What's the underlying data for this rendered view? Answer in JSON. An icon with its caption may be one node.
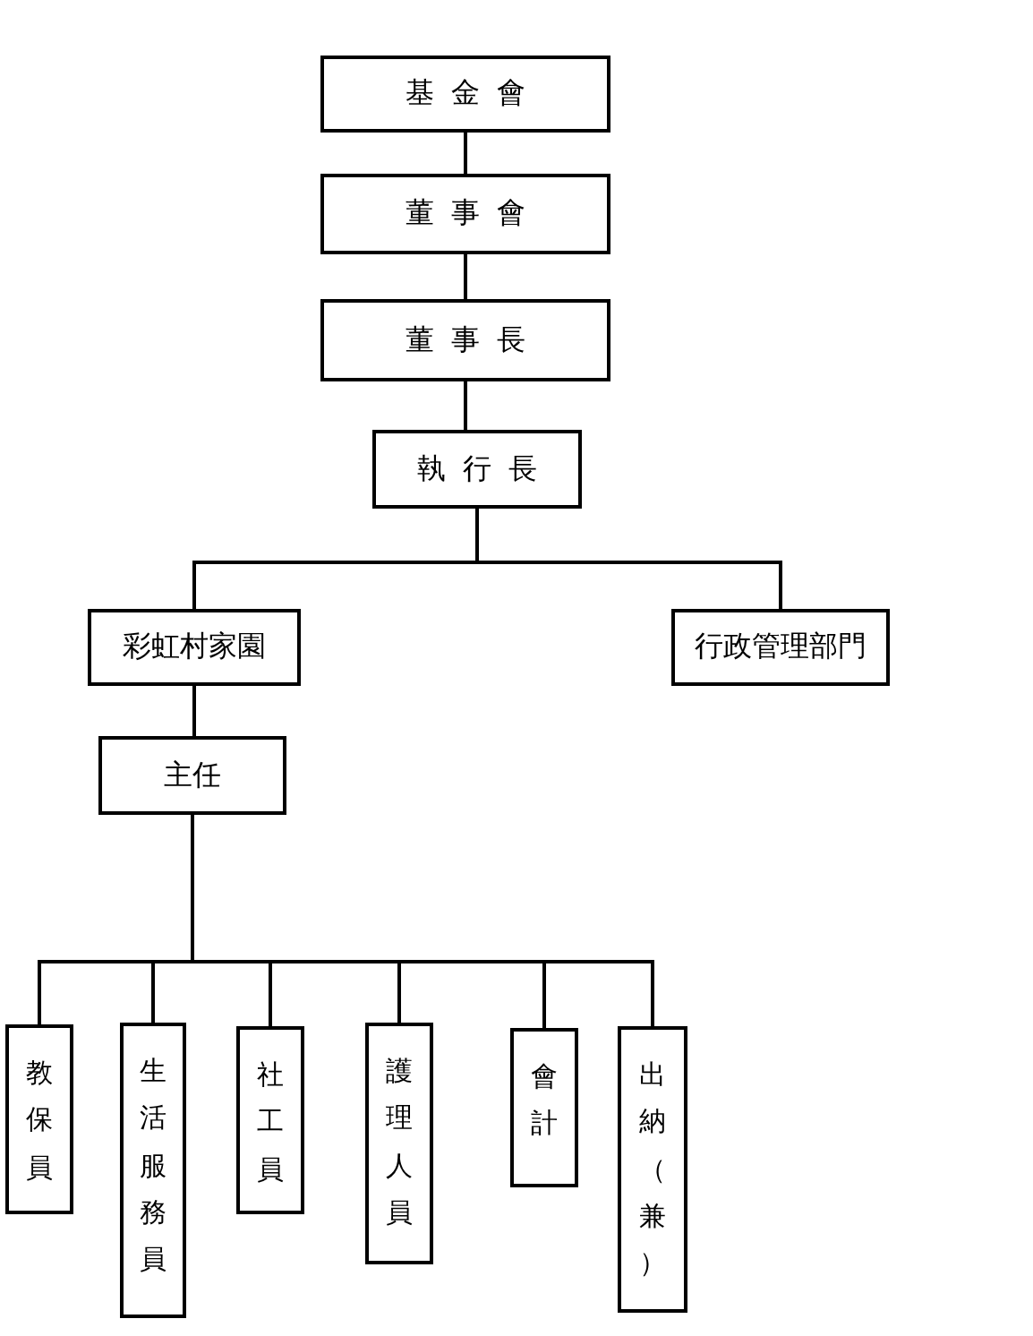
{
  "diagram": {
    "nodes": [
      {
        "text": [
          "基金會"
        ]
      },
      {
        "text": [
          "董事會"
        ]
      },
      {
        "text": [
          "董事長"
        ]
      },
      {
        "text": [
          "執行長"
        ]
      },
      {
        "text": [
          "彩虹村家園"
        ]
      },
      {
        "text": [
          "行政管理部門"
        ]
      },
      {
        "text": [
          "主任"
        ]
      },
      {
        "text": [
          "教保員"
        ]
      },
      {
        "text": [
          "生活服務員"
        ]
      },
      {
        "text": [
          "社工員"
        ]
      },
      {
        "text": [
          "護理人員"
        ]
      },
      {
        "text": [
          "會計"
        ]
      },
      {
        "text": [
          "出納（兼）"
        ]
      }
    ],
    "edges": [
      {
        "from": 0,
        "to": 1,
        "arrow": "none"
      },
      {
        "from": 1,
        "to": 2,
        "arrow": "none"
      },
      {
        "from": 2,
        "to": 3,
        "arrow": "none"
      },
      {
        "from": 3,
        "to": 4,
        "arrow": "none"
      },
      {
        "from": 3,
        "to": 5,
        "arrow": "none"
      },
      {
        "from": 4,
        "to": 6,
        "arrow": "none"
      },
      {
        "from": 6,
        "to": 7,
        "arrow": "none"
      },
      {
        "from": 6,
        "to": 8,
        "arrow": "none"
      },
      {
        "from": 6,
        "to": 9,
        "arrow": "none"
      },
      {
        "from": 6,
        "to": 10,
        "arrow": "none"
      },
      {
        "from": 6,
        "to": 11,
        "arrow": "none"
      },
      {
        "from": 6,
        "to": 12,
        "arrow": "none"
      }
    ]
  }
}
